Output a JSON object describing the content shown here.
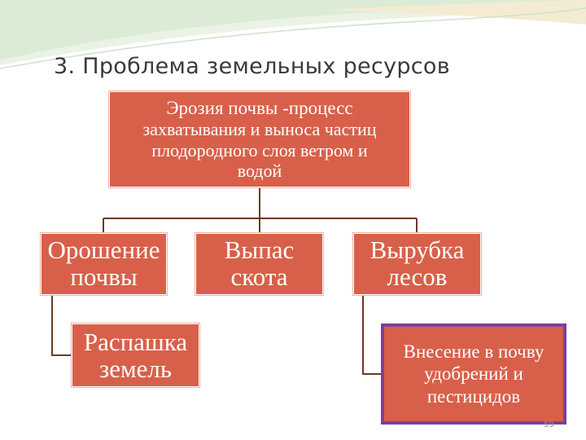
{
  "slide": {
    "title": "3. Проблема земельных ресурсов",
    "number": "59"
  },
  "diagram": {
    "root": {
      "term": "Эрозия почвы",
      "definition_start": " -процесс",
      "line2": "захватывания и выноса частиц",
      "line3": "плодородного слоя ветром и",
      "line4": "водой"
    },
    "causes": {
      "irrigation": {
        "line1": "Орошение",
        "line2": "почвы"
      },
      "grazing": {
        "line1": "Выпас",
        "line2": "скота"
      },
      "felling": {
        "line1": "Вырубка",
        "line2": "лесов"
      },
      "plowing": {
        "line1": "Распашка",
        "line2": "земель"
      },
      "fertilizer": {
        "line1": "Внесение в почву",
        "line2": "удобрений и",
        "line3": "пестицидов"
      }
    }
  },
  "colors": {
    "box_fill": "#d8604a",
    "box_text": "#ffffff",
    "connector": "#6b3a2a",
    "highlight_border": "#7b3f9e",
    "title_text": "#3a3a3a"
  }
}
